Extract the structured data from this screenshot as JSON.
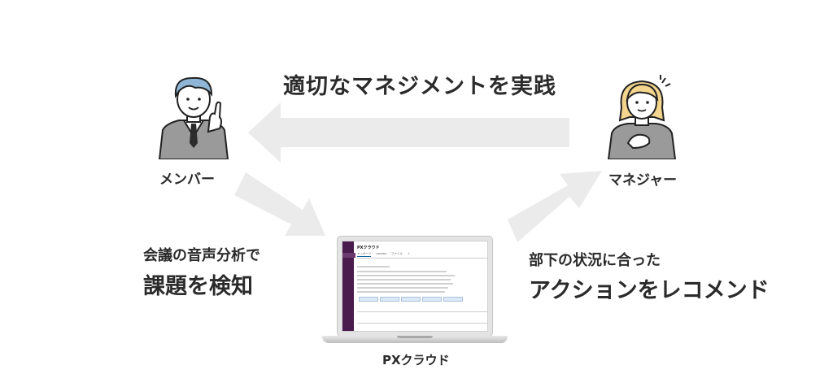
{
  "title": "適切なマネジメントを実践",
  "member": {
    "label": "メンバー",
    "icon": "man-in-suit-pointing-icon"
  },
  "manager": {
    "label": "マネジャー",
    "icon": "woman-hand-on-chest-icon"
  },
  "left_caption": {
    "line1": "会議の音声分析で",
    "line2": "課題を検知"
  },
  "right_caption": {
    "line1": "部下の状況に合った",
    "line2": "アクションをレコメンド"
  },
  "laptop": {
    "label": "PXクラウド",
    "app_title": "PXクラウド",
    "tabs": [
      "メッセージ",
      "canvas",
      "ファイル",
      "+"
    ]
  },
  "colors": {
    "arrow": "#ebebeb",
    "sidebar": "#4a1c4e",
    "member_hair": "#8fb6d6",
    "manager_hair": "#f3d58d"
  }
}
